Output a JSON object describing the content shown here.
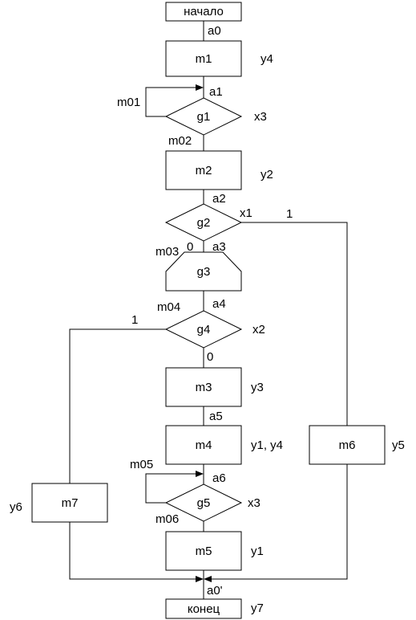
{
  "nodes": {
    "start": "начало",
    "m1": "m1",
    "g1": "g1",
    "m2": "m2",
    "g2": "g2",
    "g3": "g3",
    "g4": "g4",
    "m3": "m3",
    "m4": "m4",
    "g5": "g5",
    "m5": "m5",
    "m6": "m6",
    "m7": "m7",
    "end": "конец"
  },
  "labels": {
    "a0": "a0",
    "a1": "a1",
    "a2": "a2",
    "a3": "a3",
    "a4": "a4",
    "a5": "a5",
    "a6": "a6",
    "a0p": "a0'",
    "m01": "m01",
    "m02": "m02",
    "m03": "m03",
    "m04": "m04",
    "m05": "m05",
    "m06": "m06",
    "y4": "y4",
    "x3_top": "x3",
    "y2": "y2",
    "x1": "x1",
    "g2_one": "1",
    "g2_zero": "0",
    "g4_one": "1",
    "x2": "x2",
    "g4_zero": "0",
    "y3": "y3",
    "y1y4": "y1, y4",
    "y5": "y5",
    "x3_bottom": "x3",
    "y6": "y6",
    "y1": "y1",
    "y7": "y7"
  }
}
